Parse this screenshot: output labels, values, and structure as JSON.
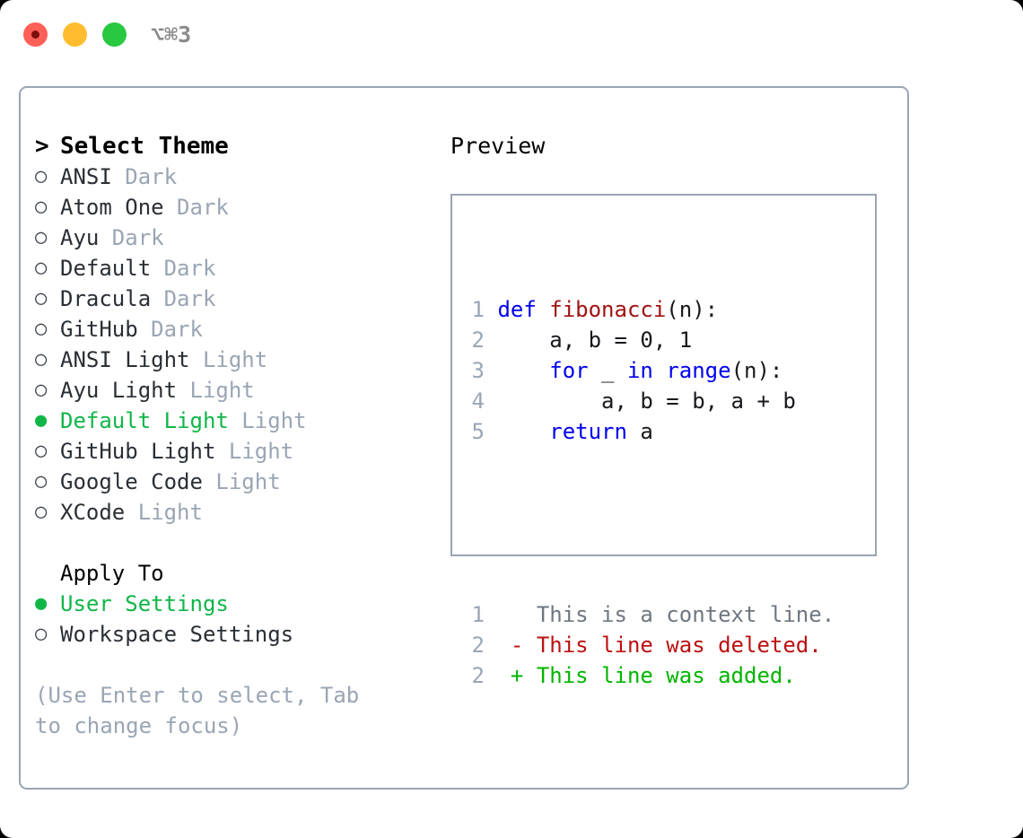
{
  "titlebar": {
    "shortcut": "⌥⌘3",
    "lights": [
      {
        "name": "close",
        "color": "#ff5f57"
      },
      {
        "name": "minimize",
        "color": "#ffbd2e"
      },
      {
        "name": "maximize",
        "color": "#28c840"
      }
    ]
  },
  "theme_picker": {
    "header": {
      "marker": ">",
      "label": "Select Theme"
    },
    "items": [
      {
        "marker": "○",
        "label": "ANSI",
        "suffix": " Dark",
        "selected": false
      },
      {
        "marker": "○",
        "label": "Atom One",
        "suffix": " Dark",
        "selected": false
      },
      {
        "marker": "○",
        "label": "Ayu",
        "suffix": " Dark",
        "selected": false
      },
      {
        "marker": "○",
        "label": "Default",
        "suffix": " Dark",
        "selected": false
      },
      {
        "marker": "○",
        "label": "Dracula",
        "suffix": " Dark",
        "selected": false
      },
      {
        "marker": "○",
        "label": "GitHub",
        "suffix": " Dark",
        "selected": false
      },
      {
        "marker": "○",
        "label": "ANSI Light",
        "suffix": " Light",
        "selected": false
      },
      {
        "marker": "○",
        "label": "Ayu Light",
        "suffix": " Light",
        "selected": false
      },
      {
        "marker": "●",
        "label": "Default Light",
        "suffix": " Light",
        "selected": true
      },
      {
        "marker": "○",
        "label": "GitHub Light",
        "suffix": " Light",
        "selected": false
      },
      {
        "marker": "○",
        "label": "Google Code",
        "suffix": " Light",
        "selected": false
      },
      {
        "marker": "○",
        "label": "XCode",
        "suffix": " Light",
        "selected": false
      }
    ]
  },
  "apply_to": {
    "title": "Apply To",
    "options": [
      {
        "marker": "●",
        "label": "User Settings",
        "selected": true
      },
      {
        "marker": "○",
        "label": "Workspace Settings",
        "selected": false
      }
    ]
  },
  "hint": "(Use Enter to select, Tab to change focus)",
  "preview": {
    "title": "Preview",
    "code_lines": [
      {
        "no": "1",
        "tokens": [
          {
            "t": "def ",
            "c": "kw"
          },
          {
            "t": "fibonacci",
            "c": "fn"
          },
          {
            "t": "(n):",
            "c": "pl"
          }
        ]
      },
      {
        "no": "2",
        "tokens": [
          {
            "t": "    a, b = 0, 1",
            "c": "pl"
          }
        ]
      },
      {
        "no": "3",
        "tokens": [
          {
            "t": "    ",
            "c": "pl"
          },
          {
            "t": "for ",
            "c": "kw"
          },
          {
            "t": "_ ",
            "c": "pl"
          },
          {
            "t": "in ",
            "c": "kw"
          },
          {
            "t": "range",
            "c": "kw"
          },
          {
            "t": "(n):",
            "c": "pl"
          }
        ]
      },
      {
        "no": "4",
        "tokens": [
          {
            "t": "        a, b = b, a + b",
            "c": "pl"
          }
        ]
      },
      {
        "no": "5",
        "tokens": [
          {
            "t": "    ",
            "c": "pl"
          },
          {
            "t": "return ",
            "c": "kw"
          },
          {
            "t": "a",
            "c": "pl"
          }
        ]
      }
    ],
    "diff_lines": [
      {
        "no": "1",
        "marker": " ",
        "text": "This is a context line.",
        "kind": "context"
      },
      {
        "no": "2",
        "marker": "-",
        "text": "This line was deleted.",
        "kind": "deleted"
      },
      {
        "no": "2",
        "marker": "+",
        "text": "This line was added.",
        "kind": "added"
      }
    ]
  },
  "colors": {
    "accent_green": "#10b648",
    "border": "#9aa5b4",
    "muted": "#9aa5b4",
    "keyword": "#0000ee",
    "function": "#a11212",
    "deleted": "#bb1111",
    "added": "#00b400",
    "context": "#6e7781"
  }
}
